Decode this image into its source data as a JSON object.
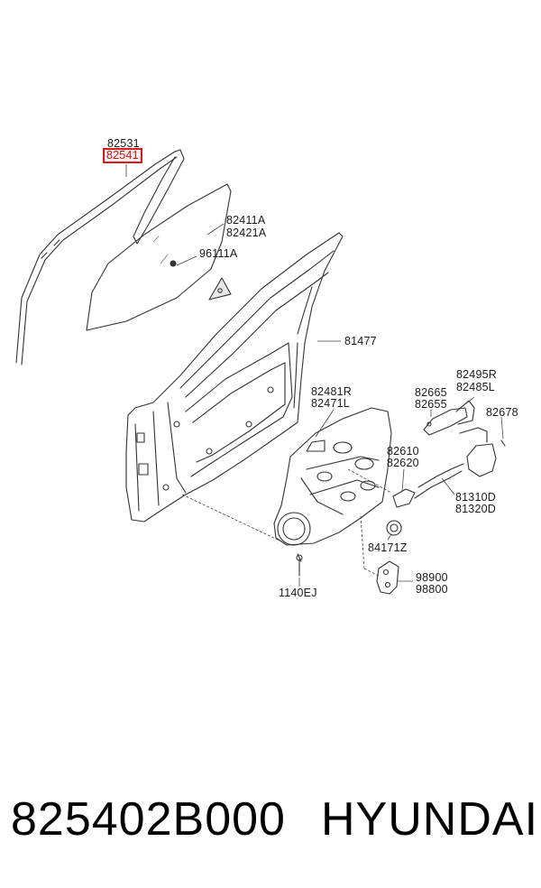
{
  "labels": {
    "p82531": "82531",
    "p82541": "82541",
    "p82411A": "82411A",
    "p82421A": "82421A",
    "p96111A": "96111A",
    "p81477": "81477",
    "p82481R": "82481R",
    "p82471L": "82471L",
    "p82665": "82665",
    "p82655": "82655",
    "p82495R": "82495R",
    "p82485L": "82485L",
    "p82678": "82678",
    "p82610": "82610",
    "p82620": "82620",
    "p81310D": "81310D",
    "p81320D": "81320D",
    "p84171Z": "84171Z",
    "p98900": "98900",
    "p98800": "98800",
    "p1140EJ": "1140EJ"
  },
  "highlight": {
    "part": "82541",
    "color": "#d81a1a"
  },
  "footer": {
    "part_number": "825402B000",
    "brand": "HYUNDAI"
  }
}
